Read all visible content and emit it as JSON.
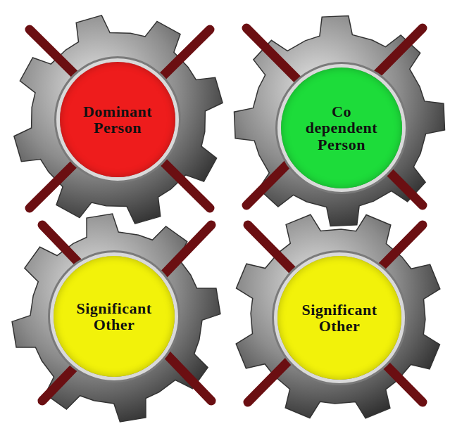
{
  "diagram": {
    "nodes": [
      {
        "text": [
          "Dominant Person"
        ]
      },
      {
        "text": [
          "Co dependent Person"
        ]
      },
      {
        "text": [
          "Significant Other"
        ]
      },
      {
        "text": [
          "Significant Other"
        ]
      }
    ]
  }
}
